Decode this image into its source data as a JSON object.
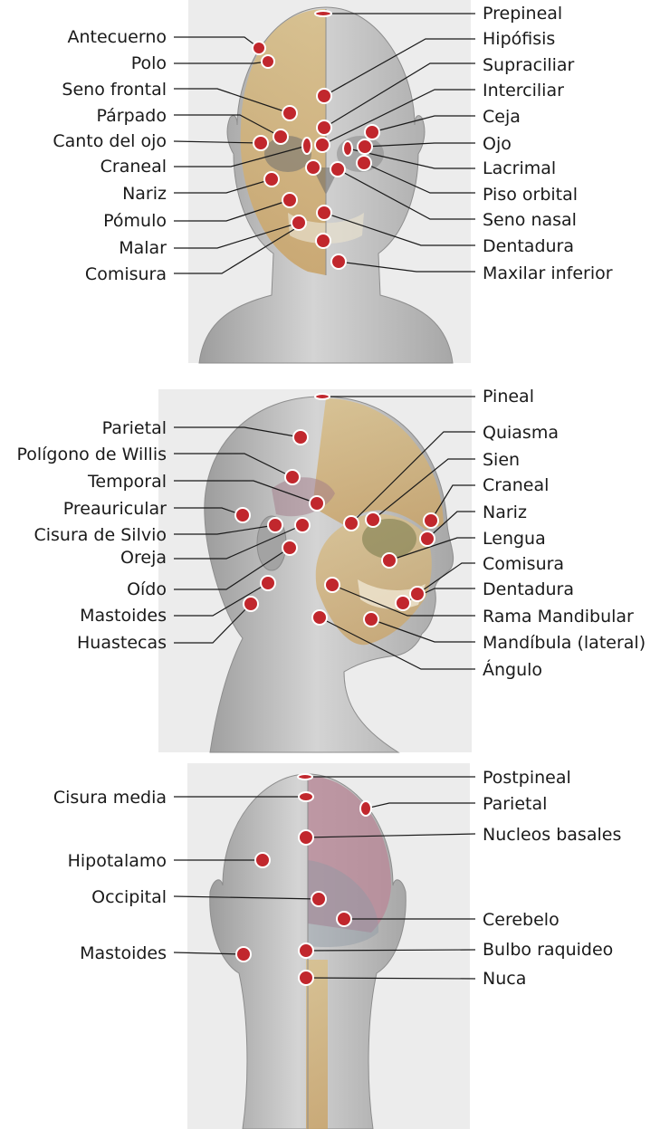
{
  "panels": [
    {
      "id": "frontal",
      "left_labels": [
        "Antecuerno",
        "Polo",
        "Seno frontal",
        "Párpado",
        "Canto del ojo",
        "Craneal",
        "Nariz",
        "Pómulo",
        "Malar",
        "Comisura"
      ],
      "right_labels": [
        "Prepineal",
        "Hipófisis",
        "Supraciliar",
        "Interciliar",
        "Ceja",
        "Ojo",
        "Lacrimal",
        "Piso orbital",
        "Seno nasal",
        "Dentadura",
        "Maxilar inferior"
      ]
    },
    {
      "id": "lateral",
      "left_labels": [
        "Parietal",
        "Polígono de Willis",
        "Temporal",
        "Preauricular",
        "Cisura de Silvio",
        "Oreja",
        "Oído",
        "Mastoides",
        "Huastecas"
      ],
      "right_labels": [
        "Pineal",
        "Quiasma",
        "Sien",
        "Craneal",
        "Nariz",
        "Lengua",
        "Comisura",
        "Dentadura",
        "Rama Mandibular",
        "Mandíbula (lateral)",
        "Ángulo"
      ]
    },
    {
      "id": "posterior",
      "left_labels": [
        "Cisura media",
        "Hipotalamo",
        "Occipital",
        "Mastoides"
      ],
      "right_labels": [
        "Postpineal",
        "Parietal",
        "Nucleos basales",
        "Cerebelo",
        "Bulbo raquideo",
        "Nuca"
      ]
    }
  ],
  "colors": {
    "point": "#c1272d",
    "panel_background": "#ececec",
    "skin": "#b9b9b9",
    "bone": "#d9b77a",
    "brain": "#b98a99"
  }
}
